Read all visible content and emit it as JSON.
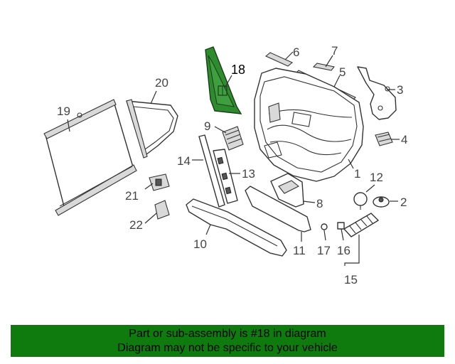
{
  "diagram": {
    "highlight_color": "#2e8b2e",
    "callouts": {
      "c1": "1",
      "c2": "2",
      "c3": "3",
      "c4": "4",
      "c5": "5",
      "c6": "6",
      "c7": "7",
      "c8": "8",
      "c9": "9",
      "c10": "10",
      "c11": "11",
      "c12": "12",
      "c13": "13",
      "c14": "14",
      "c15": "15",
      "c16": "16",
      "c17": "17",
      "c18": "18",
      "c19": "19",
      "c20": "20",
      "c21": "21",
      "c22": "22"
    },
    "highlighted_part": "18"
  },
  "banner": {
    "background_color": "#0f7b0f",
    "line1": "Part or sub-assembly is #18 in diagram",
    "line2": "Diagram may not be specific to your vehicle"
  }
}
